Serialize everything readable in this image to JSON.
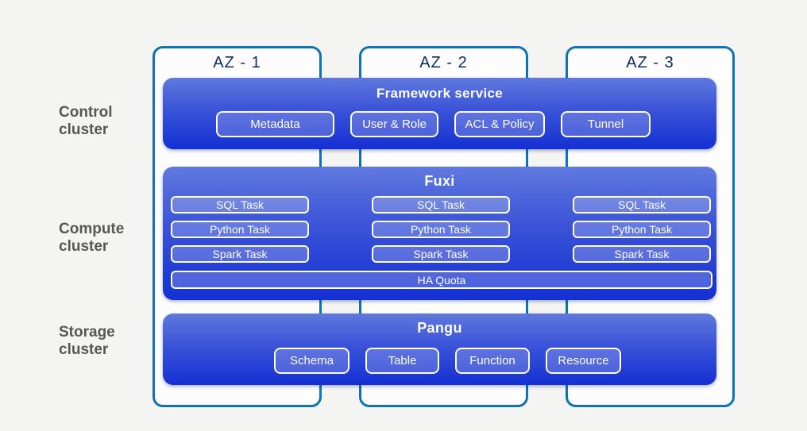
{
  "background": "#f4f4f2",
  "colors": {
    "box_gradient_top": "#5f79dd",
    "box_gradient_bottom": "#1430d3",
    "az_border": "#0e72b7",
    "az_fill": "#fdfdfd",
    "az_text": "#0e2d5e",
    "row_label_text": "#575757",
    "pill_border": "#ffffff",
    "pill_text": "#ffffff"
  },
  "row_labels": [
    {
      "label": "Control cluster"
    },
    {
      "label": "Compute cluster"
    },
    {
      "label": "Storage cluster"
    }
  ],
  "az_columns": [
    {
      "label": "AZ - 1"
    },
    {
      "label": "AZ - 2"
    },
    {
      "label": "AZ - 3"
    }
  ],
  "clusters": {
    "control": {
      "title": "Framework service",
      "items": [
        "Metadata",
        "User & Role",
        "ACL & Policy",
        "Tunnel"
      ]
    },
    "compute": {
      "title": "Fuxi",
      "task_columns": [
        [
          "SQL Task",
          "Python Task",
          "Spark Task"
        ],
        [
          "SQL Task",
          "Python Task",
          "Spark Task"
        ],
        [
          "SQL Task",
          "Python Task",
          "Spark Task"
        ]
      ],
      "shared_item": "HA Quota"
    },
    "storage": {
      "title": "Pangu",
      "items": [
        "Schema",
        "Table",
        "Function",
        "Resource"
      ]
    }
  }
}
